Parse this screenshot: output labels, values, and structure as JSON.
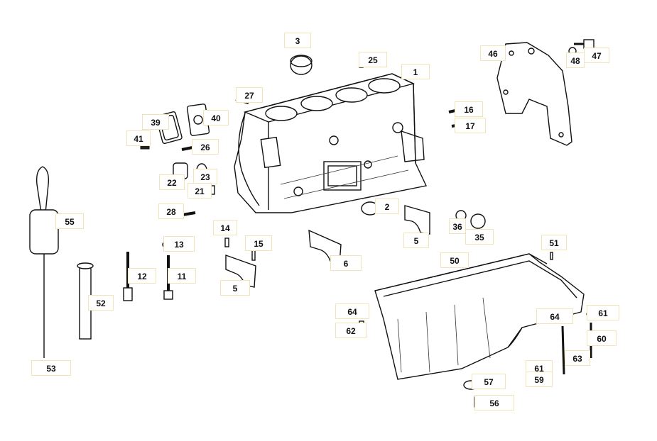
{
  "diagram": {
    "labels": {
      "p1": "1",
      "p2": "2",
      "p3": "3",
      "p5a": "5",
      "p5b": "5",
      "p6": "6",
      "p11": "11",
      "p12": "12",
      "p13": "13",
      "p14": "14",
      "p15": "15",
      "p16": "16",
      "p17": "17",
      "p21": "21",
      "p22": "22",
      "p23": "23",
      "p25": "25",
      "p26": "26",
      "p27": "27",
      "p28": "28",
      "p35": "35",
      "p36": "36",
      "p39": "39",
      "p40": "40",
      "p41": "41",
      "p46": "46",
      "p47": "47",
      "p48": "48",
      "p50": "50",
      "p51": "51",
      "p52": "52",
      "p53": "53",
      "p55": "55",
      "p56": "56",
      "p57": "57",
      "p59": "59",
      "p60": "60",
      "p61a": "61",
      "p61b": "61",
      "p62": "62",
      "p63": "63",
      "p64a": "64",
      "p64b": "64"
    }
  }
}
